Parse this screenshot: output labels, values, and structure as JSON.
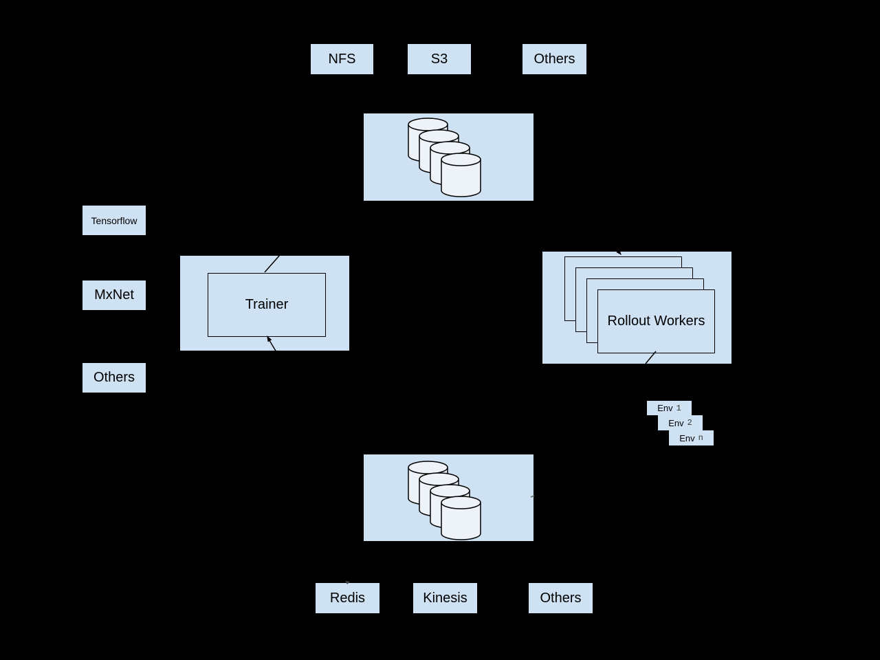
{
  "diagram": {
    "storage_top": {
      "nfs": "NFS",
      "s3": "S3",
      "others": "Others"
    },
    "frameworks": {
      "tensorflow": "Tensorflow",
      "mxnet": "MxNet",
      "others": "Others"
    },
    "trainer": {
      "label": "Trainer"
    },
    "rollout_workers": {
      "label": "Rollout Workers"
    },
    "envs": [
      {
        "prefix": "Env",
        "num": "1"
      },
      {
        "prefix": "Env",
        "num": "2"
      },
      {
        "prefix": "Env",
        "num": "n"
      }
    ],
    "memory_bottom": {
      "redis": "Redis",
      "kinesis": "Kinesis",
      "others": "Others"
    },
    "colors": {
      "background": "#000000",
      "node_fill": "#cfe2f3",
      "cylinder_fill": "#eef3fa",
      "stroke": "#000000"
    }
  }
}
